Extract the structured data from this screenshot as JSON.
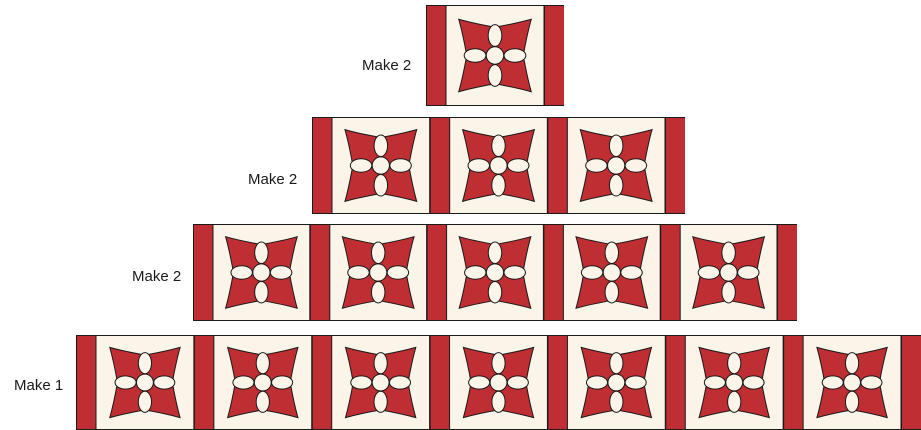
{
  "rows": [
    {
      "label": "Make 2",
      "blocks": 1
    },
    {
      "label": "Make 2",
      "blocks": 3
    },
    {
      "label": "Make 2",
      "blocks": 5
    },
    {
      "label": "Make 1",
      "blocks": 7
    }
  ],
  "colors": {
    "red": "#bf2e33",
    "cream": "#fbf4e8",
    "outline": "#1a1a1a"
  },
  "icons": {
    "block": "flower-applique-block-icon",
    "sashing": "sashing-strip"
  }
}
